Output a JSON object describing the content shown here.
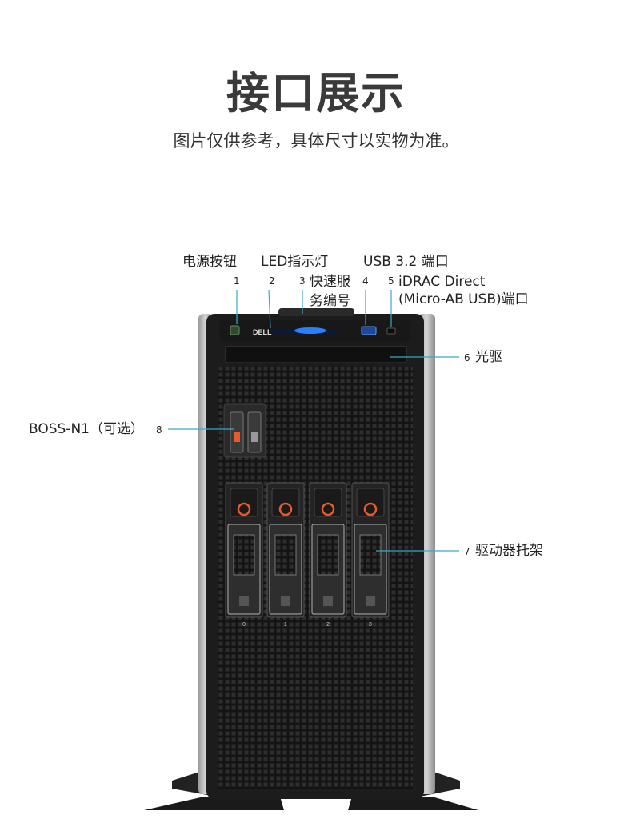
{
  "header": {
    "title": "接口展示",
    "subtitle": "图片仅供参考，具体尺寸以实物为准。"
  },
  "callouts": {
    "power_button": {
      "number": "1",
      "label": "电源按钮"
    },
    "led_indicator": {
      "number": "2",
      "label": "LED指示灯"
    },
    "quick_sync": {
      "number": "3",
      "label_line1": "快速服",
      "label_line2": "务编号"
    },
    "usb_port": {
      "number": "4",
      "label": "USB 3.2 端口"
    },
    "idrac_port": {
      "number": "5",
      "label_line1": "iDRAC Direct",
      "label_line2": "(Micro-AB USB)端口"
    },
    "optical_drive": {
      "number": "6",
      "label": "光驱"
    },
    "drive_carrier": {
      "number": "7",
      "label": "驱动器托架"
    },
    "boss": {
      "number": "8",
      "label": "BOSS-N1（可选）"
    }
  },
  "server": {
    "brand": "DELL",
    "bay_numbers": [
      "0",
      "1",
      "2",
      "3"
    ]
  },
  "colors": {
    "chassis": "#1c1c1c",
    "callout_line": "#3aa8c8",
    "drive_release": "#e85a2a",
    "led_blue": "#2a7fff"
  }
}
